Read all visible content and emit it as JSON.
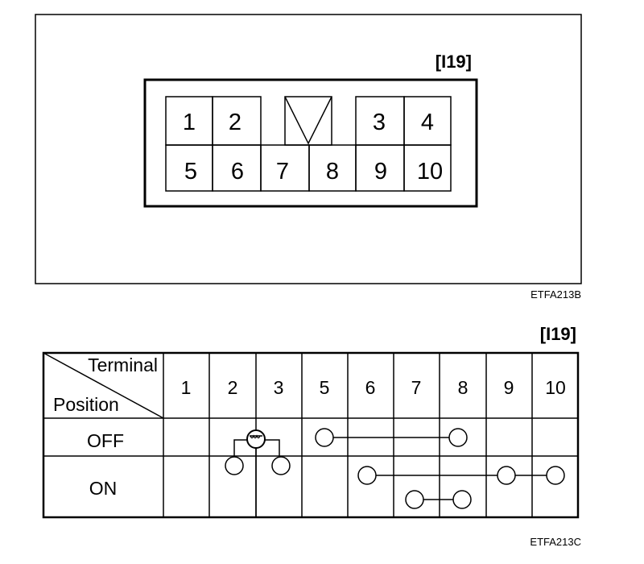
{
  "connector_view": {
    "code": "[I19]",
    "pins_top": [
      "1",
      "2",
      "3",
      "4"
    ],
    "pins_bottom": [
      "5",
      "6",
      "7",
      "8",
      "9",
      "10"
    ],
    "figure_id": "ETFA213B"
  },
  "table": {
    "code": "[I19]",
    "header_terminal": "Terminal",
    "header_position": "Position",
    "terminals": [
      "1",
      "2",
      "3",
      "5",
      "6",
      "7",
      "8",
      "9",
      "10"
    ],
    "rows": [
      {
        "position": "OFF",
        "connections": [
          [
            "2",
            "3"
          ],
          [
            "5",
            "8"
          ]
        ]
      },
      {
        "position": "ON",
        "connections": [
          [
            "6",
            "9",
            "10"
          ],
          [
            "7",
            "8"
          ]
        ]
      }
    ],
    "figure_id": "ETFA213C"
  }
}
